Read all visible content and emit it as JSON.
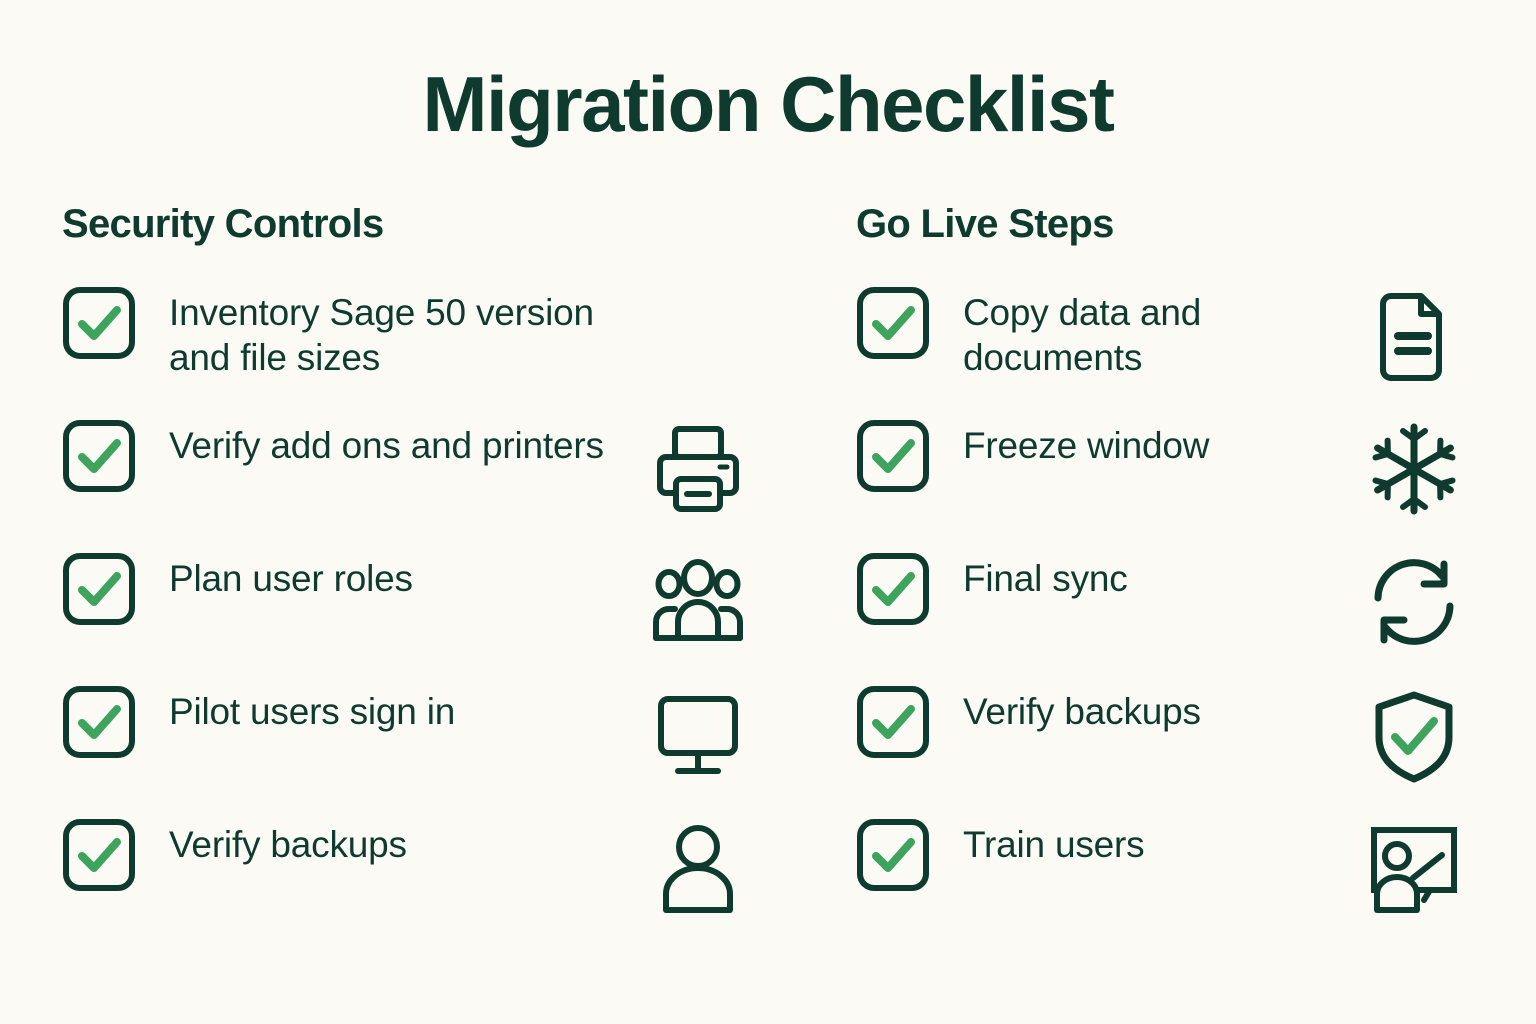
{
  "title": "Migration Checklist",
  "colors": {
    "background": "#FBFAF4",
    "dark_green": "#0E3B2E",
    "check_green": "#3DA35D"
  },
  "columns": [
    {
      "heading": "Security Controls",
      "items": [
        {
          "label": "Inventory Sage 50 version and file sizes",
          "checked": true,
          "icon": ""
        },
        {
          "label": "Verify add ons and printers",
          "checked": true,
          "icon": "printer-icon"
        },
        {
          "label": "Plan user roles",
          "checked": true,
          "icon": "people-group-icon"
        },
        {
          "label": "Pilot users sign in",
          "checked": true,
          "icon": "monitor-icon"
        },
        {
          "label": "Verify backups",
          "checked": true,
          "icon": "person-icon"
        }
      ]
    },
    {
      "heading": "Go Live Steps",
      "items": [
        {
          "label": "Copy data and documents",
          "checked": true,
          "icon": "document-icon"
        },
        {
          "label": "Freeze window",
          "checked": true,
          "icon": "snowflake-icon"
        },
        {
          "label": "Final sync",
          "checked": true,
          "icon": "sync-icon"
        },
        {
          "label": "Verify backups",
          "checked": true,
          "icon": "shield-check-icon"
        },
        {
          "label": "Train users",
          "checked": true,
          "icon": "training-board-icon"
        }
      ]
    }
  ]
}
